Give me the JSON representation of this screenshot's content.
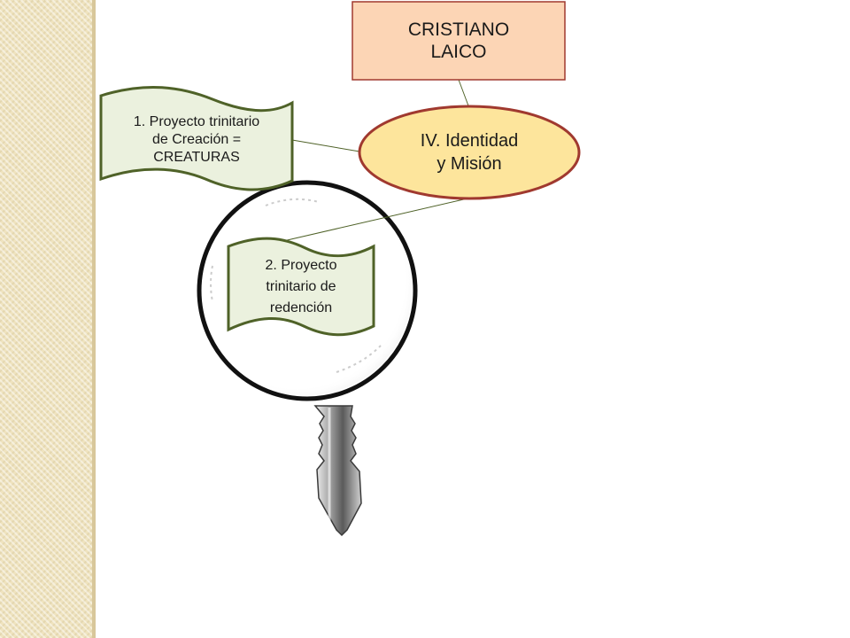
{
  "diagram": {
    "top_box": {
      "text": "CRISTIANO\nLAICO",
      "fill": "#fcd5b5",
      "stroke": "#a0392f"
    },
    "central_oval": {
      "text": "IV. Identidad\ny Misión",
      "fill": "#fde59c",
      "stroke": "#a0392f"
    },
    "flag_1": {
      "text": "1. Proyecto trinitario\nde  Creación =\nCREATURAS",
      "fill": "#ebf1de",
      "stroke": "#4f6228"
    },
    "flag_2": {
      "text": "2. Proyecto\ntrinitario de\nredención",
      "fill": "#ebf1de",
      "stroke": "#4f6228"
    }
  },
  "colors": {
    "side_strip": "#efe3bf",
    "connector": "#4f6228",
    "magnifier": "#111111"
  },
  "icons": {
    "magnifier": "magnifying-glass-icon"
  }
}
